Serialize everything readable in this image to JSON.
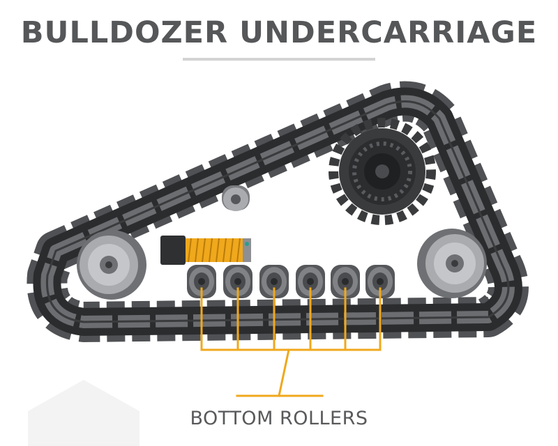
{
  "title": "BULLDOZER UNDERCARRIAGE",
  "callout_label": "BOTTOM ROLLERS",
  "colors": {
    "title": "#555759",
    "accent": "#f0a81c",
    "track_dark": "#2b2c2e",
    "track_plate": "#6b6d70",
    "part_mid": "#7a7c80",
    "part_light": "#a9abae",
    "rule": "#d3d3d3"
  },
  "parts": {
    "sprocket": "drive-sprocket",
    "front_idler": "front-idler",
    "rear_idler": "rear-idler",
    "carrier_roller": "carrier-roller",
    "recoil_spring": "recoil-spring",
    "bottom_rollers": [
      "bottom-roller-1",
      "bottom-roller-2",
      "bottom-roller-3",
      "bottom-roller-4",
      "bottom-roller-5",
      "bottom-roller-6"
    ]
  }
}
